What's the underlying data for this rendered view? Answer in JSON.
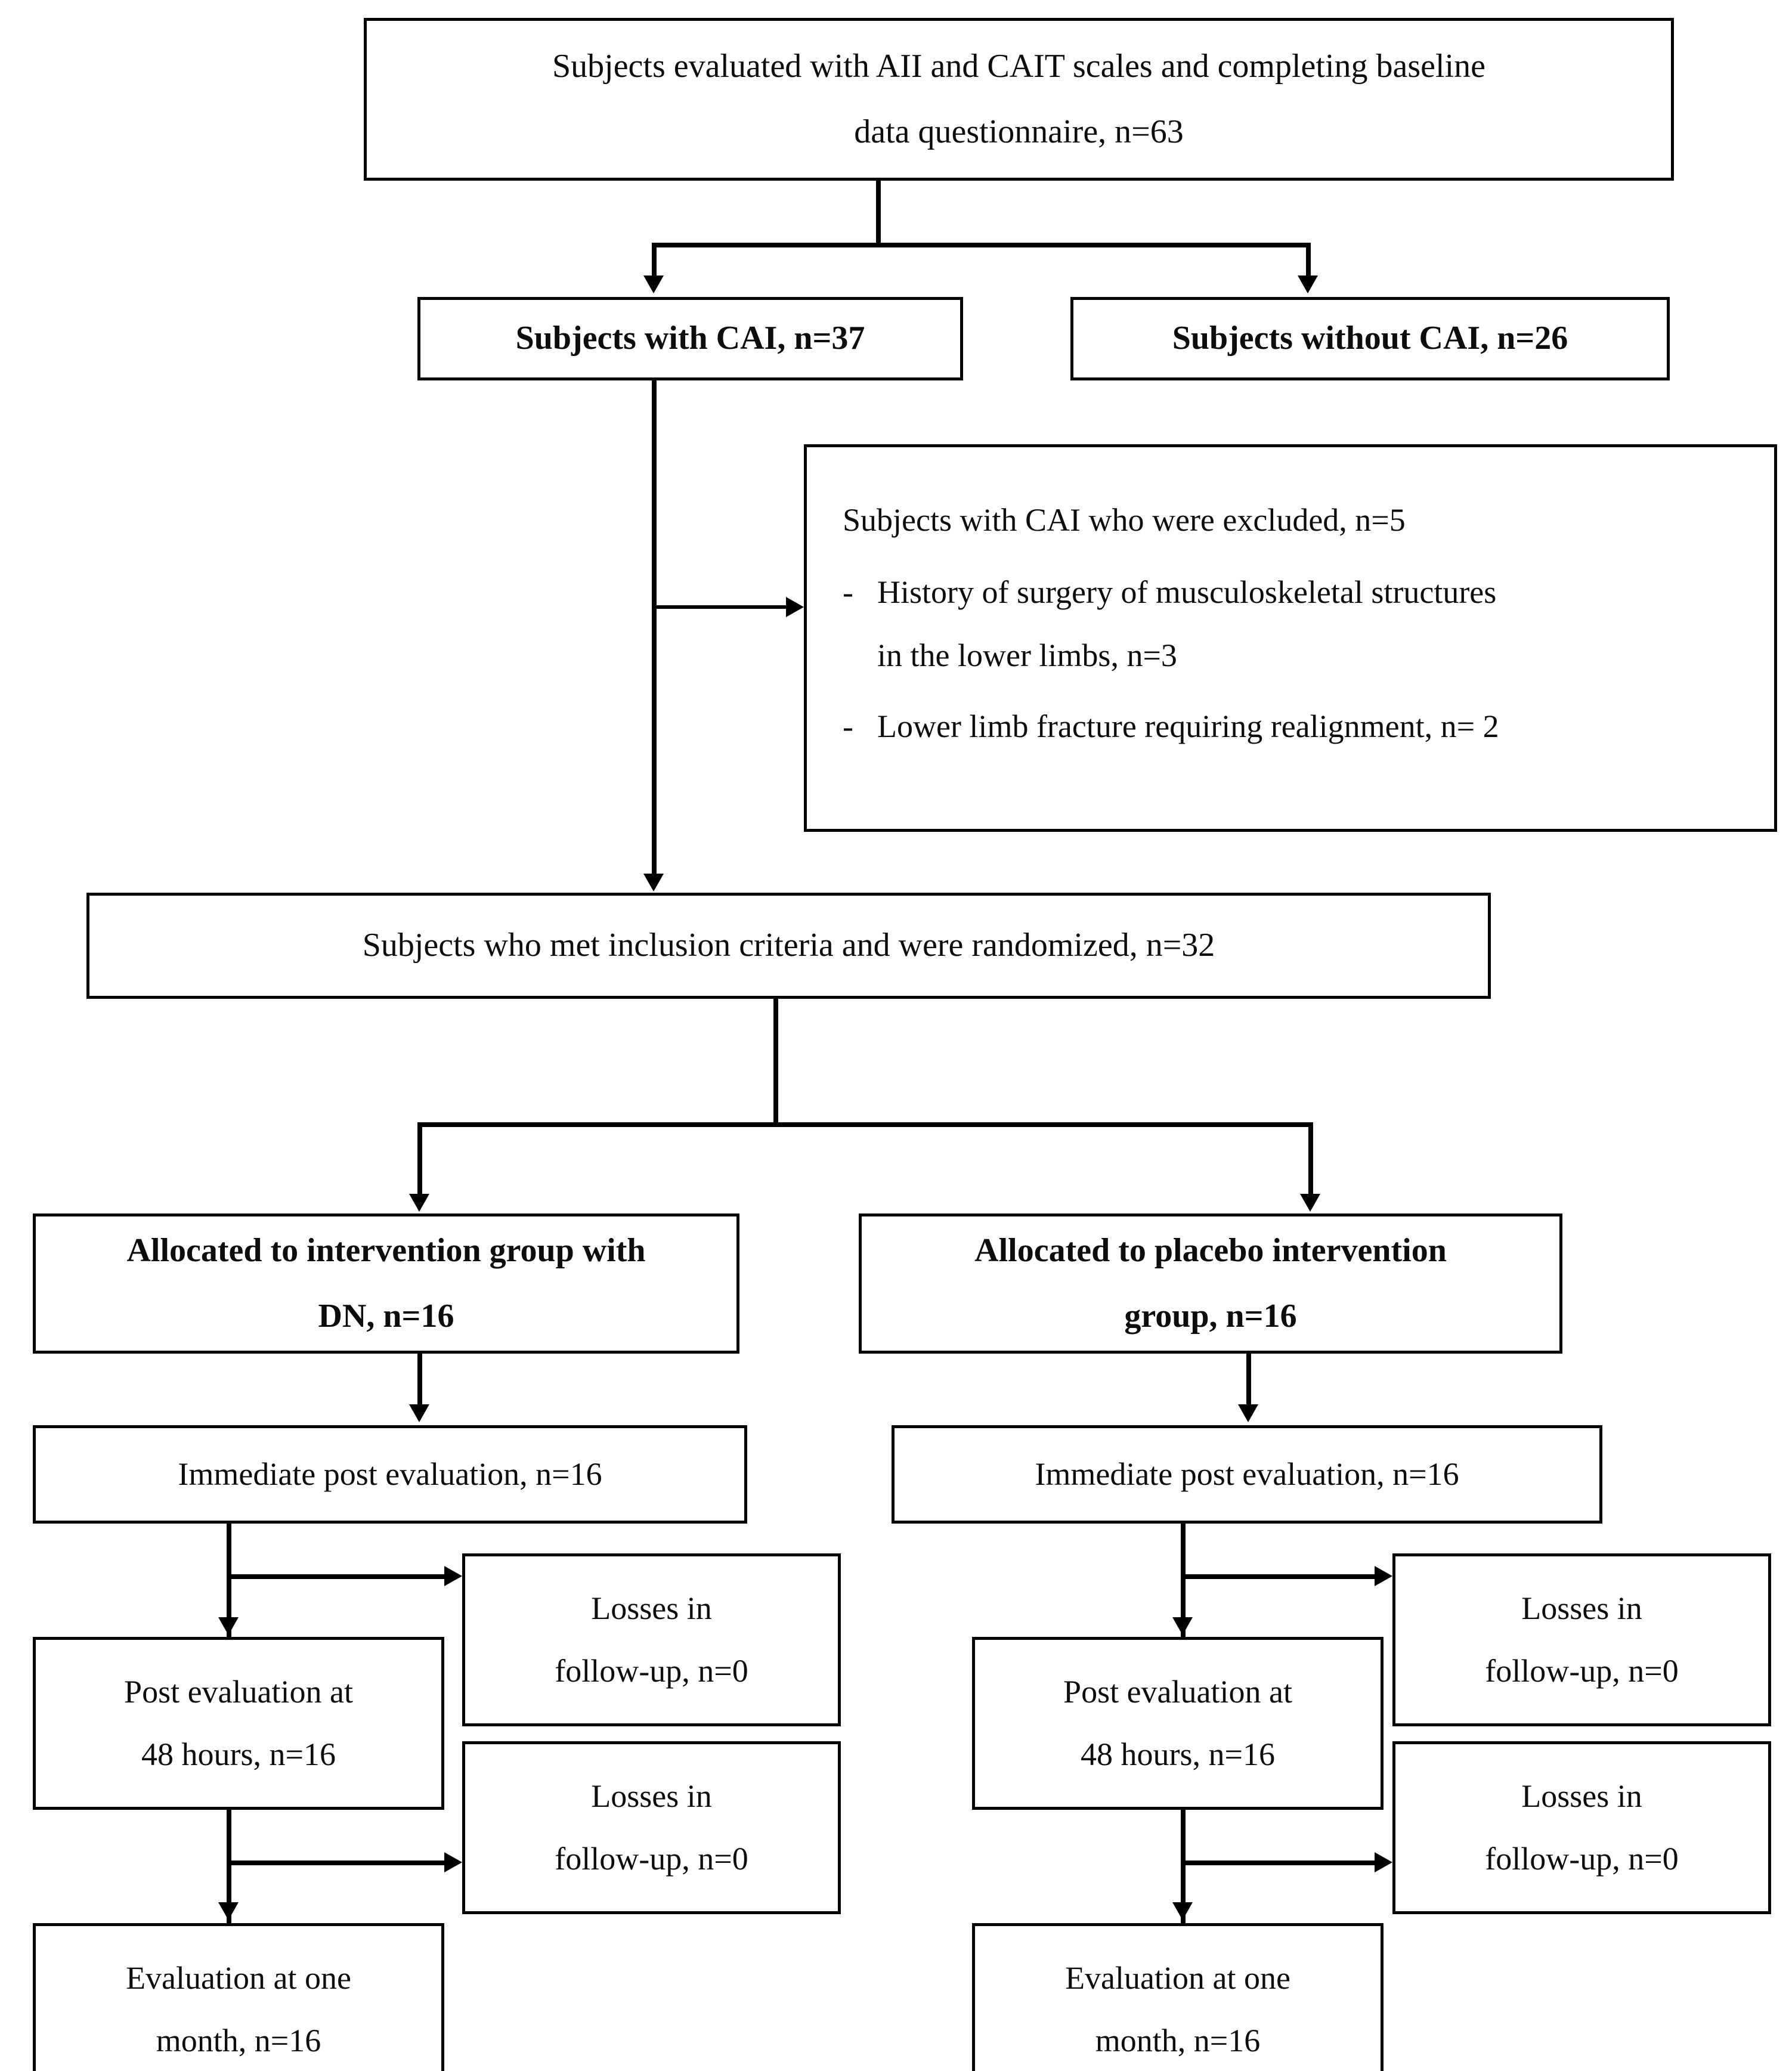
{
  "diagram": {
    "title": "CONSORT participant flow diagram",
    "nodes": {
      "enrolled": {
        "line1": "Subjects evaluated with AII and CAIT scales and completing baseline",
        "line2": "data questionnaire, n=63"
      },
      "with_cai": {
        "line1": "Subjects with CAI, n=37"
      },
      "without_cai": {
        "line1": "Subjects without CAI, n=26"
      },
      "excluded": {
        "heading": "Subjects with CAI who were excluded, n=5",
        "bullets": [
          {
            "dash": "-",
            "line1": "History of surgery of musculoskeletal structures",
            "line2": "in the lower limbs, n=3"
          },
          {
            "dash": "-",
            "line1": "Lower limb fracture requiring realignment, n= 2",
            "line2": ""
          }
        ]
      },
      "randomized": {
        "line1": "Subjects who met inclusion criteria and were randomized, n=32"
      },
      "alloc_dn": {
        "line1": "Allocated to intervention group with",
        "line2": "DN, n=16"
      },
      "alloc_placebo": {
        "line1": "Allocated to placebo intervention",
        "line2": "group, n=16"
      },
      "immediate_left": {
        "line1": "Immediate post evaluation, n=16"
      },
      "immediate_right": {
        "line1": "Immediate post evaluation, n=16"
      },
      "losses_l1": {
        "line1": "Losses in",
        "line2": "follow-up, n=0"
      },
      "losses_l2": {
        "line1": "Losses in",
        "line2": "follow-up, n=0"
      },
      "losses_r1": {
        "line1": "Losses in",
        "line2": "follow-up, n=0"
      },
      "losses_r2": {
        "line1": "Losses in",
        "line2": "follow-up, n=0"
      },
      "post48_left": {
        "line1": "Post evaluation at",
        "line2": "48 hours, n=16"
      },
      "post48_right": {
        "line1": "Post evaluation at",
        "line2": "48 hours, n=16"
      },
      "month_left": {
        "line1": "Evaluation at one",
        "line2": "month, n=16"
      },
      "month_right": {
        "line1": "Evaluation at one",
        "line2": "month, n=16"
      }
    },
    "colors": {
      "stroke": "#000000",
      "text": "#0d0d0d",
      "background": "#ffffff"
    }
  }
}
